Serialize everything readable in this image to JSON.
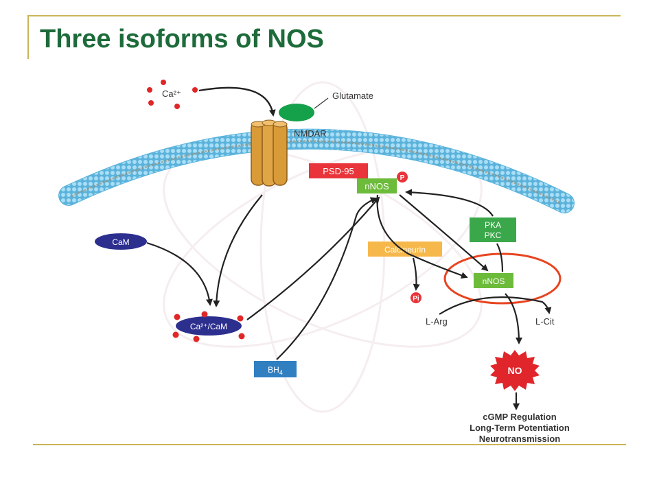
{
  "slide": {
    "title": "Three isoforms of NOS"
  },
  "diagram": {
    "ca_ion": "Ca²⁺",
    "glutamate": "Glutamate",
    "nmdar": "NMDAR",
    "psd95": "PSD-95",
    "nnos_membrane": "nNOS",
    "phospho": "P",
    "pka": "PKA",
    "pkc": "PKC",
    "cam": "CaM",
    "calcineurin": "Calcineurin",
    "nnos_free": "nNOS",
    "pi": "Pi",
    "ca_cam": "Ca²⁺/CaM",
    "l_arg": "L-Arg",
    "l_cit": "L-Cit",
    "bh4_main": "BH",
    "bh4_sub": "4",
    "no": "NO",
    "outcomes": [
      "cGMP Regulation",
      "Long-Term Potentiation",
      "Neurotransmission"
    ]
  },
  "colors": {
    "title": "#1d6b3a",
    "frame": "#c9b458",
    "membrane": "#8fd3f2",
    "channel": "#d99a38",
    "glutamate": "#15a04a",
    "ion": "#e02626",
    "psd95": "#e8343a",
    "nnos": "#6cbb3a",
    "pka_pkc": "#3aa84a",
    "calcineurin": "#f6b84a",
    "cam": "#2d2f8f",
    "bh4": "#2f7fc1",
    "no": "#e0262a",
    "highlight": "#e8441f"
  }
}
